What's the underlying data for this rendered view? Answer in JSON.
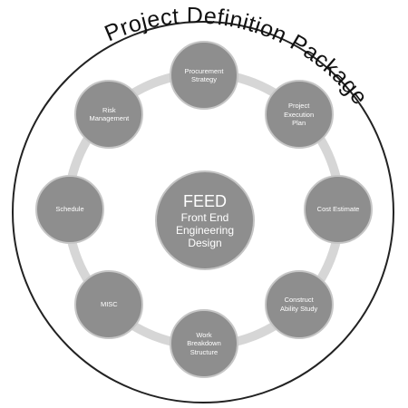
{
  "title": "Project Definition Package",
  "center": {
    "title": "FEED",
    "subtitle": "Front End Engineering Design"
  },
  "nodes": [
    {
      "id": "procurement-strategy",
      "label": "Procurement\nStrategy"
    },
    {
      "id": "project-execution-plan",
      "label": "Project\nExecution\nPlan"
    },
    {
      "id": "cost-estimate",
      "label": "Cost Estimate"
    },
    {
      "id": "construct-ability-study",
      "label": "Construct\nAbility Study"
    },
    {
      "id": "work-breakdown-structure",
      "label": "Work\nBreakdown\nStructure"
    },
    {
      "id": "misc",
      "label": "MISC"
    },
    {
      "id": "schedule",
      "label": "Schedule"
    },
    {
      "id": "risk-management",
      "label": "Risk\nManagement"
    }
  ],
  "colors": {
    "node_fill": "#8e8e8e",
    "ring": "#d6d6d6",
    "outline": "#222222",
    "text": "#ffffff"
  }
}
